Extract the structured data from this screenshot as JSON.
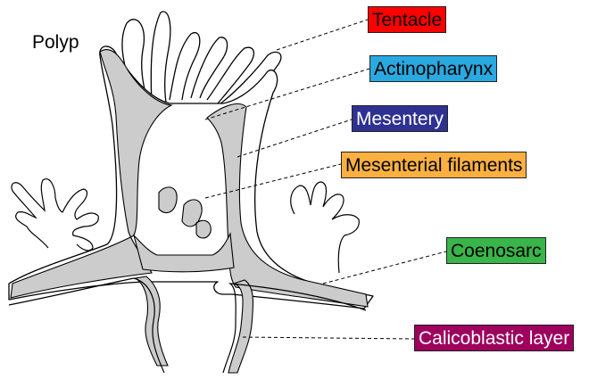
{
  "diagram": {
    "title": "Polyp",
    "labels": [
      {
        "id": "tentacle",
        "text": "Tentacle",
        "bg": "#ff0000",
        "fg": "#000000"
      },
      {
        "id": "actinopharynx",
        "text": "Actinopharynx",
        "bg": "#29a9e0",
        "fg": "#000000"
      },
      {
        "id": "mesentery",
        "text": "Mesentery",
        "bg": "#2e3192",
        "fg": "#ffffff"
      },
      {
        "id": "mesenterial-filaments",
        "text": "Mesenterial filaments",
        "bg": "#fbb040",
        "fg": "#000000"
      },
      {
        "id": "coenosarc",
        "text": "Coenosarc",
        "bg": "#39b54a",
        "fg": "#000000"
      },
      {
        "id": "calicoblastic-layer",
        "text": "Calicoblastic layer",
        "bg": "#9e005d",
        "fg": "#ffffff"
      }
    ],
    "colors": {
      "tissue": "#cccccc",
      "outline": "#000000",
      "background": "#ffffff"
    }
  }
}
